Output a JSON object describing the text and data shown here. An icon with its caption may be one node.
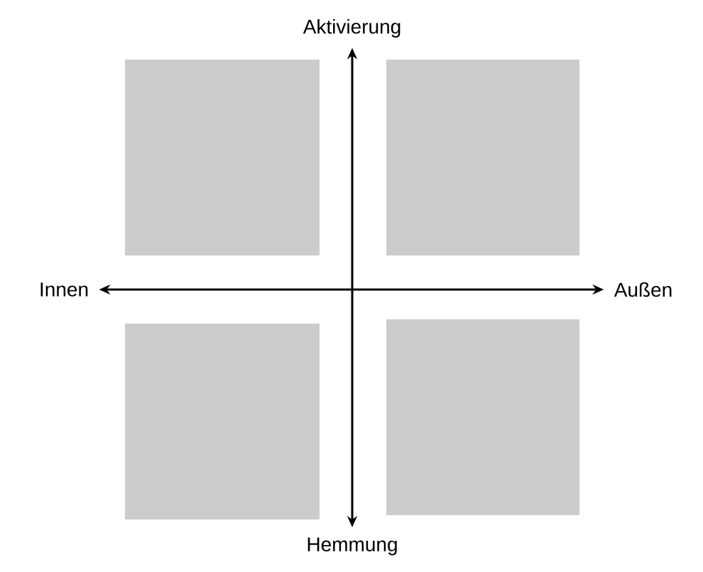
{
  "diagram": {
    "nodes": [
      {
        "text": [
          "Aktivierung"
        ]
      },
      {
        "text": [],
        "shape": "box"
      },
      {
        "text": [],
        "shape": "box"
      },
      {
        "text": [
          "Innen"
        ]
      },
      {
        "text": [
          "Außen"
        ]
      },
      {
        "text": [],
        "shape": "box"
      },
      {
        "text": [],
        "shape": "box"
      },
      {
        "text": [
          "Hemmung"
        ]
      }
    ],
    "edges": [
      {
        "from": 0,
        "to": 7,
        "arrow": "both"
      },
      {
        "from": 3,
        "to": 4,
        "arrow": "both"
      }
    ]
  }
}
